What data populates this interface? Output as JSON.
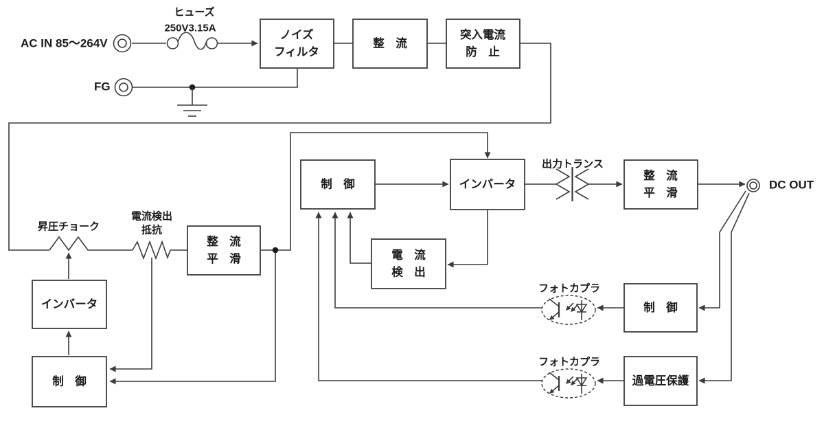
{
  "colors": {
    "background": "#ffffff",
    "line": "#3a3a3a",
    "text": "#1a1a1a"
  },
  "io": {
    "ac_in_label": "AC IN 85〜264V",
    "fg_label": "FG",
    "dc_out_label": "DC OUT",
    "fuse_name": "ヒューズ",
    "fuse_rating": "250V3.15A"
  },
  "blocks": {
    "noise_filter": {
      "line1": "ノイズ",
      "line2": "フィルタ"
    },
    "rectifier": {
      "label": "整　流"
    },
    "inrush_protection": {
      "line1": "突入電流",
      "line2": "防　止"
    },
    "pfc_smoothing": {
      "line1": "整　流",
      "line2": "平　滑"
    },
    "pfc_inverter": {
      "label": "インバータ"
    },
    "pfc_control": {
      "label": "制　御"
    },
    "main_control": {
      "label": "制　御"
    },
    "main_inverter": {
      "label": "インバータ"
    },
    "current_detect": {
      "line1": "電　流",
      "line2": "検　出"
    },
    "output_smoothing": {
      "line1": "整　流",
      "line2": "平　滑"
    },
    "feedback_control": {
      "label": "制　御"
    },
    "overvoltage_protection": {
      "label": "過電圧保護"
    }
  },
  "annotations": {
    "boost_choke": "昇圧チョーク",
    "sense_resistor_line1": "電流検出",
    "sense_resistor_line2": "抵抗",
    "output_transformer": "出力トランス",
    "photocoupler_top": "フォトカプラ",
    "photocoupler_bottom": "フォトカプラ"
  }
}
